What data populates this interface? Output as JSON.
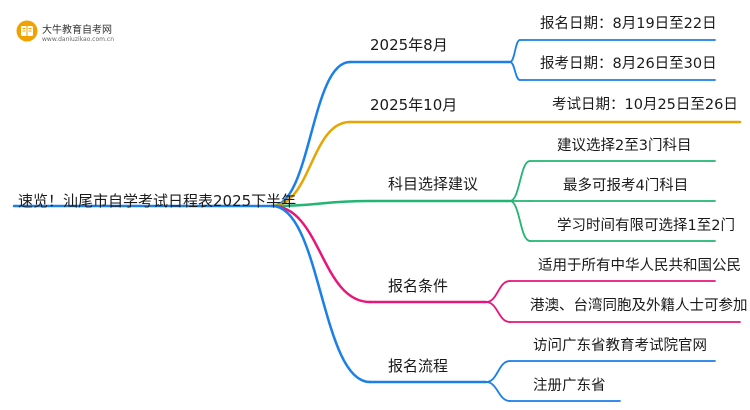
{
  "logo": {
    "name": "大牛教育自考网",
    "domain": "www.daniuzikao.com.cn"
  },
  "mindmap": {
    "root": "速览！汕尾市自学考试日程表2025下半年",
    "branches": [
      {
        "label": "2025年8月",
        "color": "#1a7fe8",
        "children": [
          "报名日期：8月19日至22日",
          "报考日期：8月26日至30日"
        ]
      },
      {
        "label": "2025年10月",
        "color": "#e8a400",
        "children": [
          "考试日期：10月25日至26日"
        ]
      },
      {
        "label": "科目选择建议",
        "color": "#22b573",
        "children": [
          "建议选择2至3门科目",
          "最多可报考4门科目",
          "学习时间有限可选择1至2门"
        ]
      },
      {
        "label": "报名条件",
        "color": "#e8157a",
        "children": [
          "适用于所有中华人民共和国公民",
          "港澳、台湾同胞及外籍人士可参加"
        ]
      },
      {
        "label": "报名流程",
        "color": "#1a7fe8",
        "children": [
          "访问广东省教育考试院官网",
          "注册广东省"
        ]
      }
    ]
  }
}
